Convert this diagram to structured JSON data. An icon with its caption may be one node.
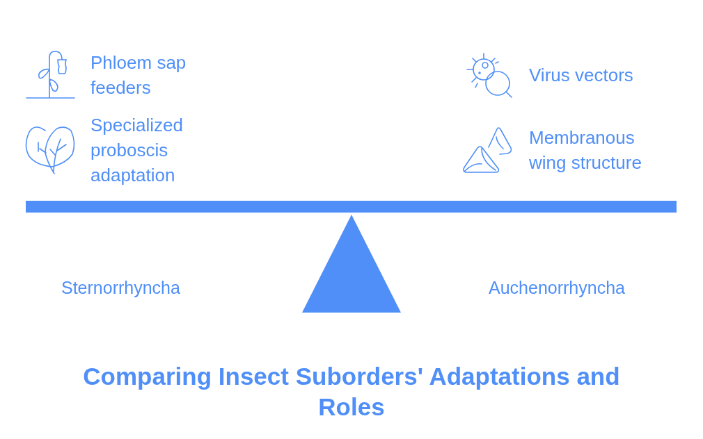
{
  "diagram": {
    "title": "Comparing Insect Suborders' Adaptations and Roles",
    "labels": [
      "Phloem sap feeders",
      "Specialized proboscis adaptation",
      "Virus vectors",
      "Membranous wing structure",
      "Sternorrhyncha",
      "Auchenorrhyncha"
    ]
  }
}
